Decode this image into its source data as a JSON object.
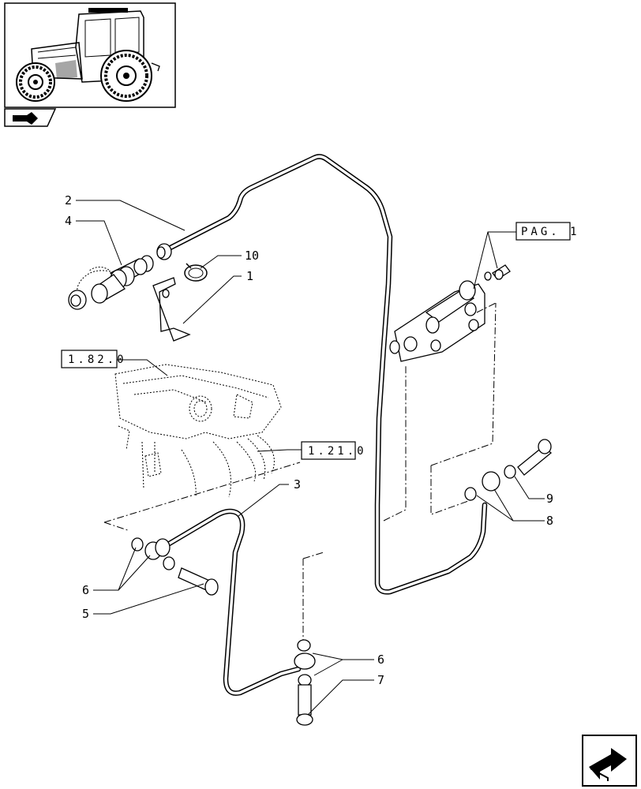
{
  "callouts": [
    {
      "id": "c2",
      "text": "2"
    },
    {
      "id": "c4",
      "text": "4"
    },
    {
      "id": "c10",
      "text": "10"
    },
    {
      "id": "c1",
      "text": "1"
    },
    {
      "id": "c3",
      "text": "3"
    },
    {
      "id": "c6a",
      "text": "6"
    },
    {
      "id": "c5",
      "text": "5"
    },
    {
      "id": "c6b",
      "text": "6"
    },
    {
      "id": "c7",
      "text": "7"
    },
    {
      "id": "c9",
      "text": "9"
    },
    {
      "id": "c8",
      "text": "8"
    }
  ],
  "refs": {
    "pag": "PAG. 1",
    "r1820": "1.82.0",
    "r1210": "1.21.0"
  },
  "icons": {
    "thumbnail": "tractor-thumbnail-icon",
    "corner_left": "book-arrow-icon",
    "corner_right": "next-page-arrow-icon"
  }
}
